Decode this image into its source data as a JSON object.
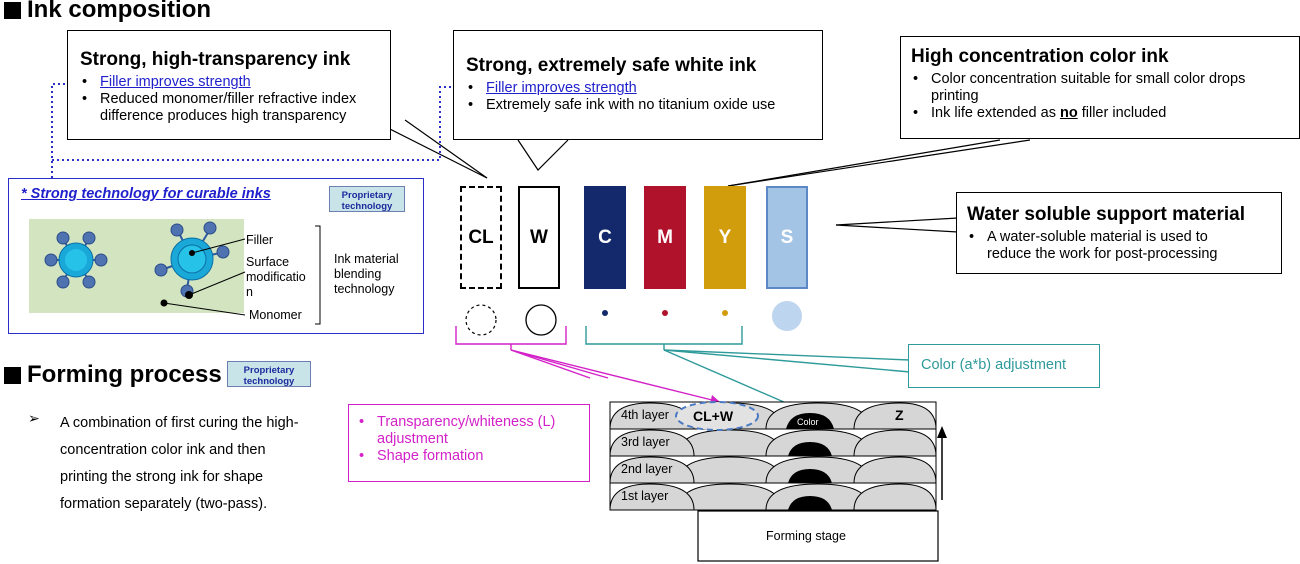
{
  "ink_composition": {
    "heading": "Ink composition",
    "callout_cl": {
      "title": "Strong, high-transparency ink",
      "bullet1": "Filler improves strength",
      "bullet2_line1": "Reduced monomer/filler refractive index",
      "bullet2_line2": "difference produces high transparency"
    },
    "callout_w": {
      "title": "Strong, extremely safe white ink",
      "bullet1": "Filler improves strength",
      "bullet2": "Extremely safe ink with no titanium oxide use"
    },
    "callout_color": {
      "title": "High concentration color ink",
      "bullet1_line1": "Color concentration suitable for small color drops",
      "bullet1_line2": "printing",
      "bullet2_pre": "Ink life extended as ",
      "bullet2_bold": "no",
      "bullet2_post": " filler included"
    },
    "callout_support": {
      "title": "Water soluble support material",
      "bullet1_line1": "A water-soluble material is used to",
      "bullet1_line2": "reduce the work for post-processing"
    },
    "tech_box": {
      "title": "* Strong technology for curable inks",
      "badge_line1": "Proprietary",
      "badge_line2": "technology",
      "label_filler": "Filler",
      "label_surface1": "Surface",
      "label_surface2": "modificatio",
      "label_surface3": "n",
      "label_monomer": "Monomer",
      "label_blend1": "Ink material",
      "label_blend2": "blending",
      "label_blend3": "technology"
    },
    "inks": [
      {
        "label": "CL",
        "color": "#ffffff"
      },
      {
        "label": "W",
        "color": "#ffffff"
      },
      {
        "label": "C",
        "color": "#13296b"
      },
      {
        "label": "M",
        "color": "#b0112b"
      },
      {
        "label": "Y",
        "color": "#d19d0c"
      },
      {
        "label": "S",
        "color": "#a3c4e4"
      }
    ]
  },
  "forming_process": {
    "heading": "Forming process",
    "badge_line1": "Proprietary",
    "badge_line2": "technology",
    "description_lines": [
      "A combination of first curing the high-",
      "concentration color ink and then",
      "printing the strong ink for shape",
      "formation separately (two-pass)."
    ],
    "pink_bullet1_line1": "Transparency/whiteness (L)",
    "pink_bullet1_line2": "adjustment",
    "pink_bullet2": "Shape formation",
    "color_adjust_label": "Color (a*b) adjustment",
    "layers": [
      "4th layer",
      "3rd layer",
      "2nd layer",
      "1st layer"
    ],
    "label_clw": "CL+W",
    "label_color": "Color",
    "label_z": "Z",
    "stage_label": "Forming stage"
  },
  "colors": {
    "link_blue": "#1f1fcc",
    "magenta": "#d321c8",
    "teal": "#2e9a9a",
    "tech_border": "#2a2fc8",
    "cyan_particle": "#1aa8d8"
  }
}
